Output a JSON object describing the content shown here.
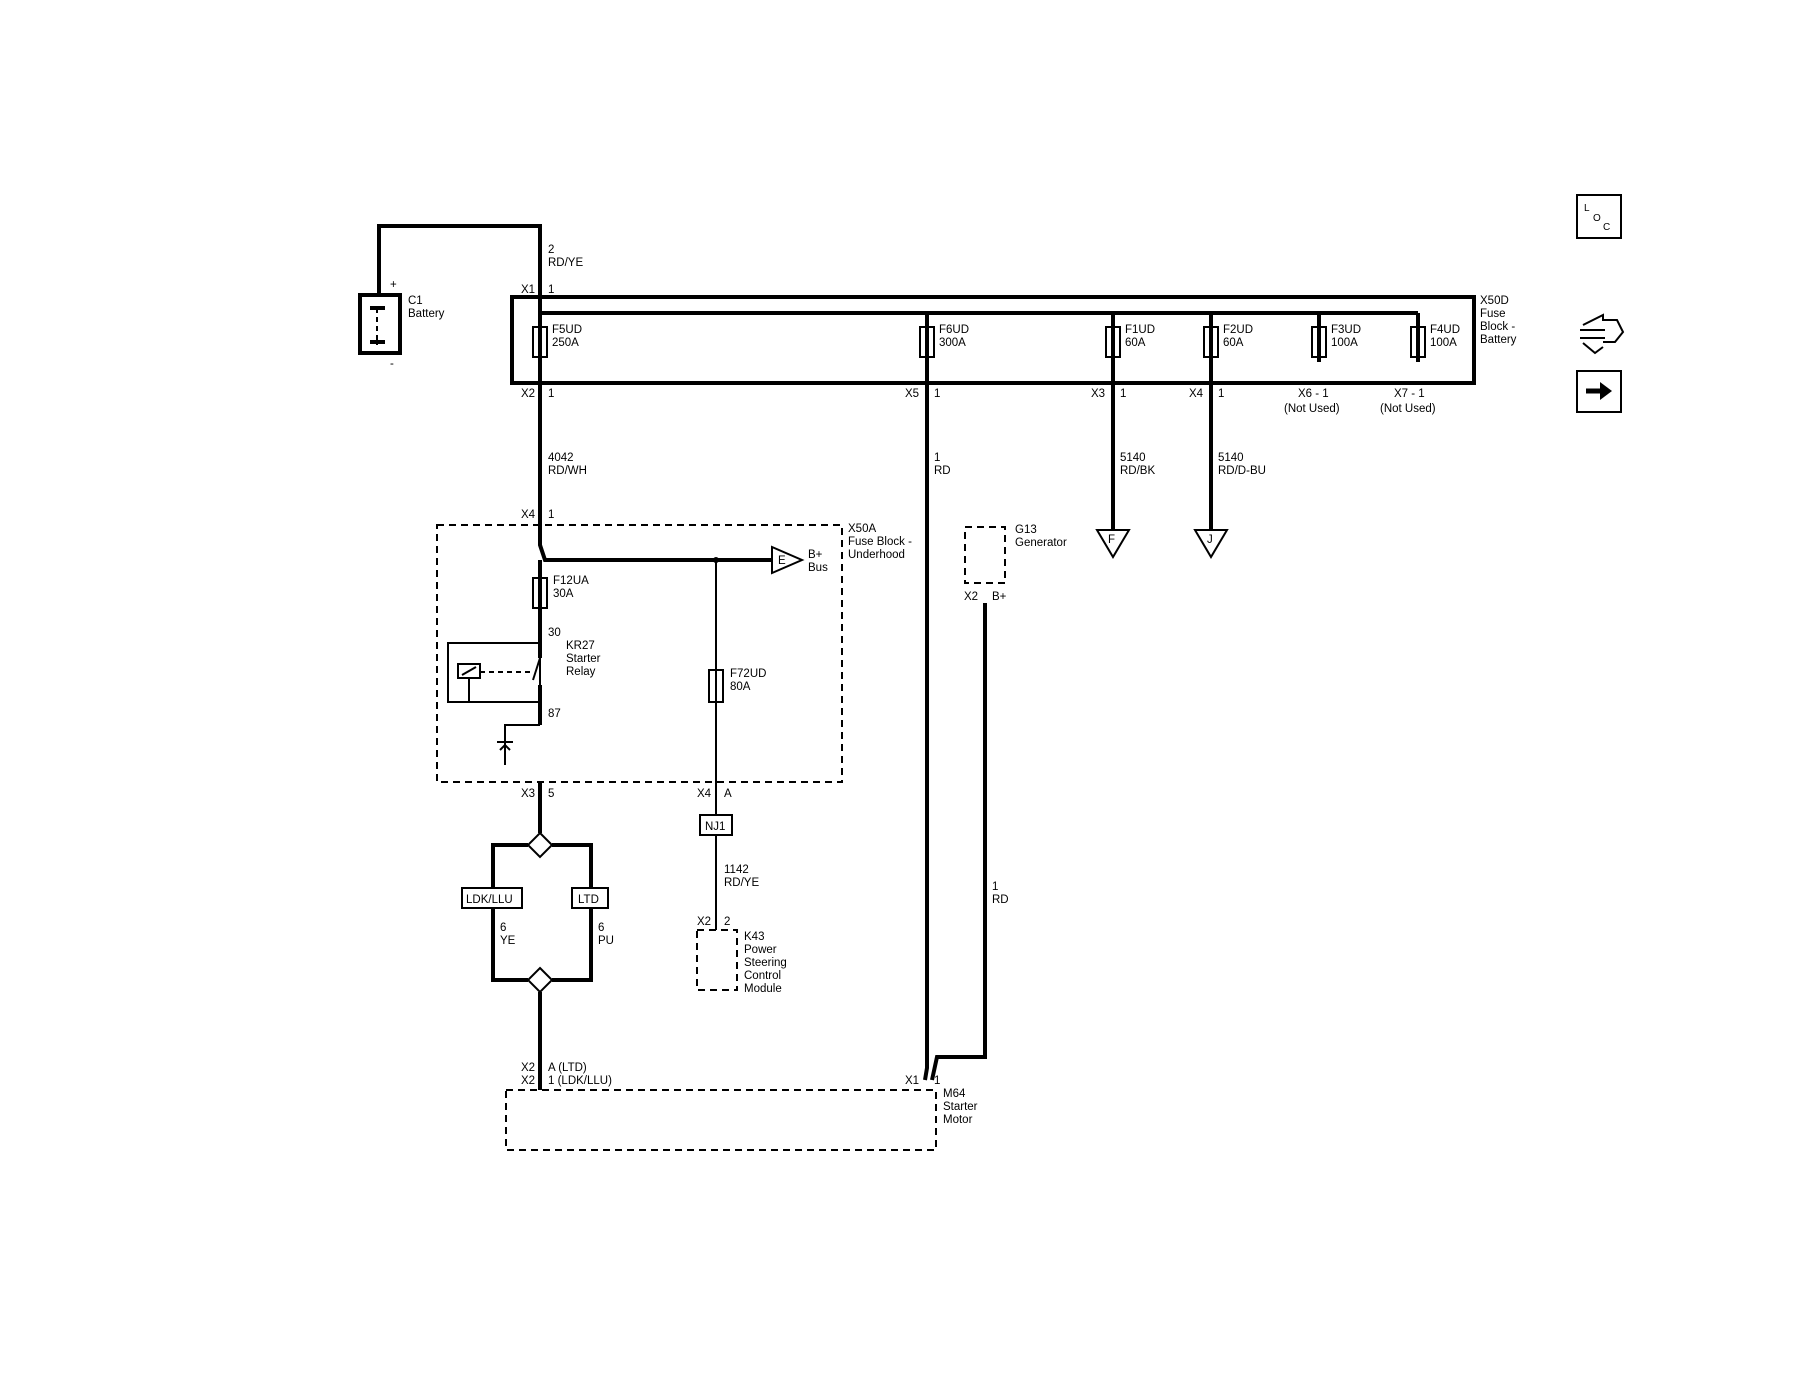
{
  "battery": {
    "label": "C1",
    "name": "Battery",
    "plus": "+",
    "minus": "-",
    "circuit": "2",
    "color": "RD/YE"
  },
  "fuse_block_battery": {
    "label": "X50D",
    "name": [
      "Fuse",
      "Block -",
      "Battery"
    ],
    "in_connector": "X1",
    "in_pin": "1",
    "fuses": [
      {
        "name": "F5UD",
        "rating": "250A",
        "conn": "X2",
        "pin": "1"
      },
      {
        "name": "F6UD",
        "rating": "300A",
        "conn": "X5",
        "pin": "1"
      },
      {
        "name": "F1UD",
        "rating": "60A",
        "conn": "X3",
        "pin": "1"
      },
      {
        "name": "F2UD",
        "rating": "60A",
        "conn": "X4",
        "pin": "1"
      },
      {
        "name": "F3UD",
        "rating": "100A",
        "conn": "X6 - 1",
        "note": "(Not Used)"
      },
      {
        "name": "F4UD",
        "rating": "100A",
        "conn": "X7 - 1",
        "note": "(Not Used)"
      }
    ]
  },
  "wires": {
    "w4042": {
      "circuit": "4042",
      "color": "RD/WH"
    },
    "w1_rd_a": {
      "circuit": "1",
      "color": "RD"
    },
    "w5140_bk": {
      "circuit": "5140",
      "color": "RD/BK"
    },
    "w5140_bu": {
      "circuit": "5140",
      "color": "RD/D-BU"
    },
    "w1142": {
      "circuit": "1142",
      "color": "RD/YE"
    },
    "w6_ye": {
      "circuit": "6",
      "color": "YE"
    },
    "w6_pu": {
      "circuit": "6",
      "color": "PU"
    },
    "w1_rd_b": {
      "circuit": "1",
      "color": "RD"
    }
  },
  "refs": {
    "f": "F",
    "j": "J",
    "e": "E"
  },
  "fuse_block_underhood": {
    "label": "X50A",
    "name": [
      "Fuse Block -",
      "Underhood"
    ],
    "in_connector": "X4",
    "in_pin": "1",
    "bus": [
      "B+",
      "Bus"
    ],
    "fuse_f12ua": {
      "name": "F12UA",
      "rating": "30A"
    },
    "fuse_f72ud": {
      "name": "F72UD",
      "rating": "80A"
    },
    "relay": {
      "label": "KR27",
      "name": [
        "Starter",
        "Relay"
      ],
      "pin_in": "30",
      "pin_out": "87"
    },
    "out_x3": {
      "conn": "X3",
      "pin": "5"
    },
    "out_x4": {
      "conn": "X4",
      "pin": "A"
    }
  },
  "generator": {
    "label": "G13",
    "name": "Generator",
    "conn": "X2",
    "pin": "B+"
  },
  "splice": {
    "label": "NJ1"
  },
  "options": {
    "ldk": "LDK/LLU",
    "ltd": "LTD"
  },
  "psc_module": {
    "label": "K43",
    "name": [
      "Power",
      "Steering",
      "Control",
      "Module"
    ],
    "conn": "X2",
    "pin": "2"
  },
  "starter": {
    "label": "M64",
    "name": [
      "Starter",
      "Motor"
    ],
    "conn_a": "X2",
    "pin_a": "A (LTD)",
    "conn_b": "X2",
    "pin_b": "1 (LDK/LLU)",
    "conn_c": "X1",
    "pin_c": "1"
  },
  "nav": {
    "loc_l": "L",
    "loc_o": "O",
    "loc_c": "C"
  }
}
